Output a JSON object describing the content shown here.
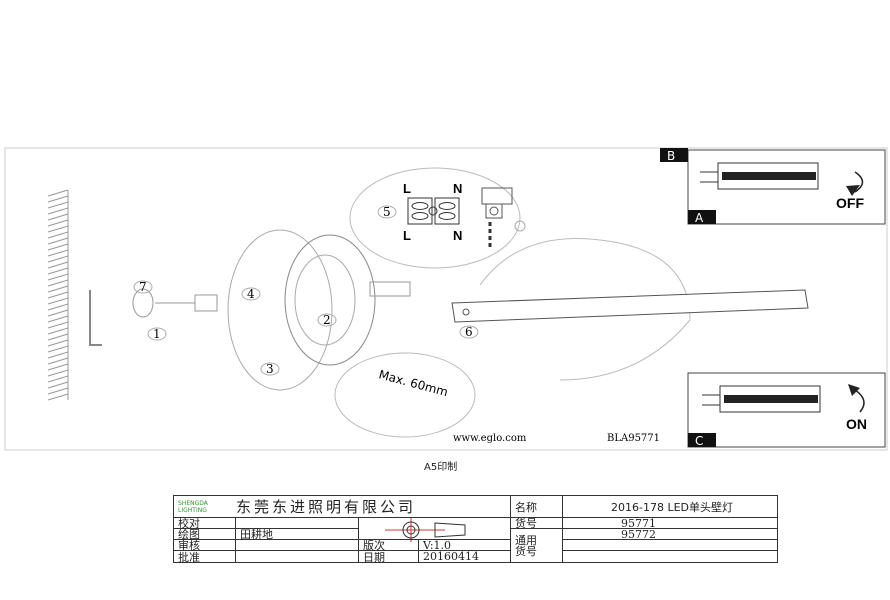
{
  "drawing": {
    "wiring_labels": {
      "L_top": "L",
      "N_top": "N",
      "L_bottom": "L",
      "N_bottom": "N"
    },
    "callouts": [
      "1",
      "2",
      "3",
      "4",
      "5",
      "6",
      "7"
    ],
    "max_label": "Max. 60mm",
    "website": "www.eglo.com",
    "model": "BLA95771",
    "panel_b": "B",
    "panel_a": "A",
    "panel_c": "C",
    "off_label": "OFF",
    "on_label": "ON"
  },
  "print_note": "A5印制",
  "title_block": {
    "company": "东莞东进照明有限公司",
    "logo_text": "SHENGDA LIGHTING",
    "name_label": "名称",
    "name_value": "2016-178  LED单头壁灯",
    "rows": [
      {
        "label": "校对",
        "value": ""
      },
      {
        "label": "绘图",
        "value": "田耕地"
      },
      {
        "label": "审核",
        "value": ""
      },
      {
        "label": "批准",
        "value": ""
      }
    ],
    "version_label": "版次",
    "version_value": "V:1.0",
    "date_label": "日期",
    "date_value": "20160414",
    "item_no_label": "货号",
    "item_no_value": "95771",
    "common_label": "通用货号",
    "common_value": "95772"
  }
}
